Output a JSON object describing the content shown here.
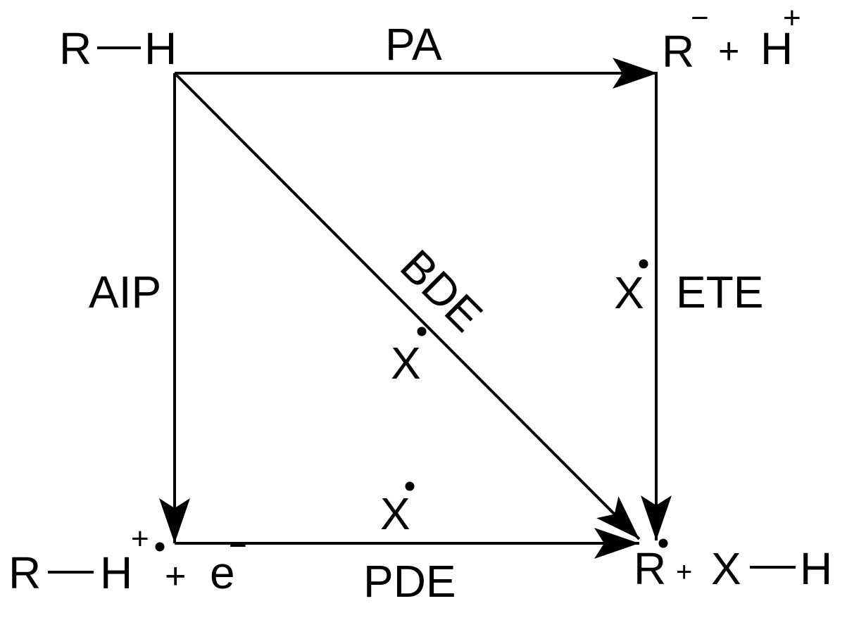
{
  "species": {
    "top_left": {
      "r": "R",
      "h": "H"
    },
    "top_right": {
      "r": "R",
      "minus": "−",
      "plus": "+",
      "h": "H",
      "charge": "+"
    },
    "bottom_left": {
      "r": "R",
      "h": "H",
      "charge": "+",
      "plus": "+",
      "e": "e",
      "minus": "−"
    },
    "bottom_right": {
      "r": "R",
      "plus": "+",
      "x": "X",
      "h": "H"
    }
  },
  "arrows": {
    "pa": "PA",
    "aip": "AIP",
    "bde": "BDE",
    "ete": "ETE",
    "pde": "PDE"
  },
  "reagent": "X",
  "colors": {
    "ink": "#000000",
    "background": "#ffffff"
  }
}
